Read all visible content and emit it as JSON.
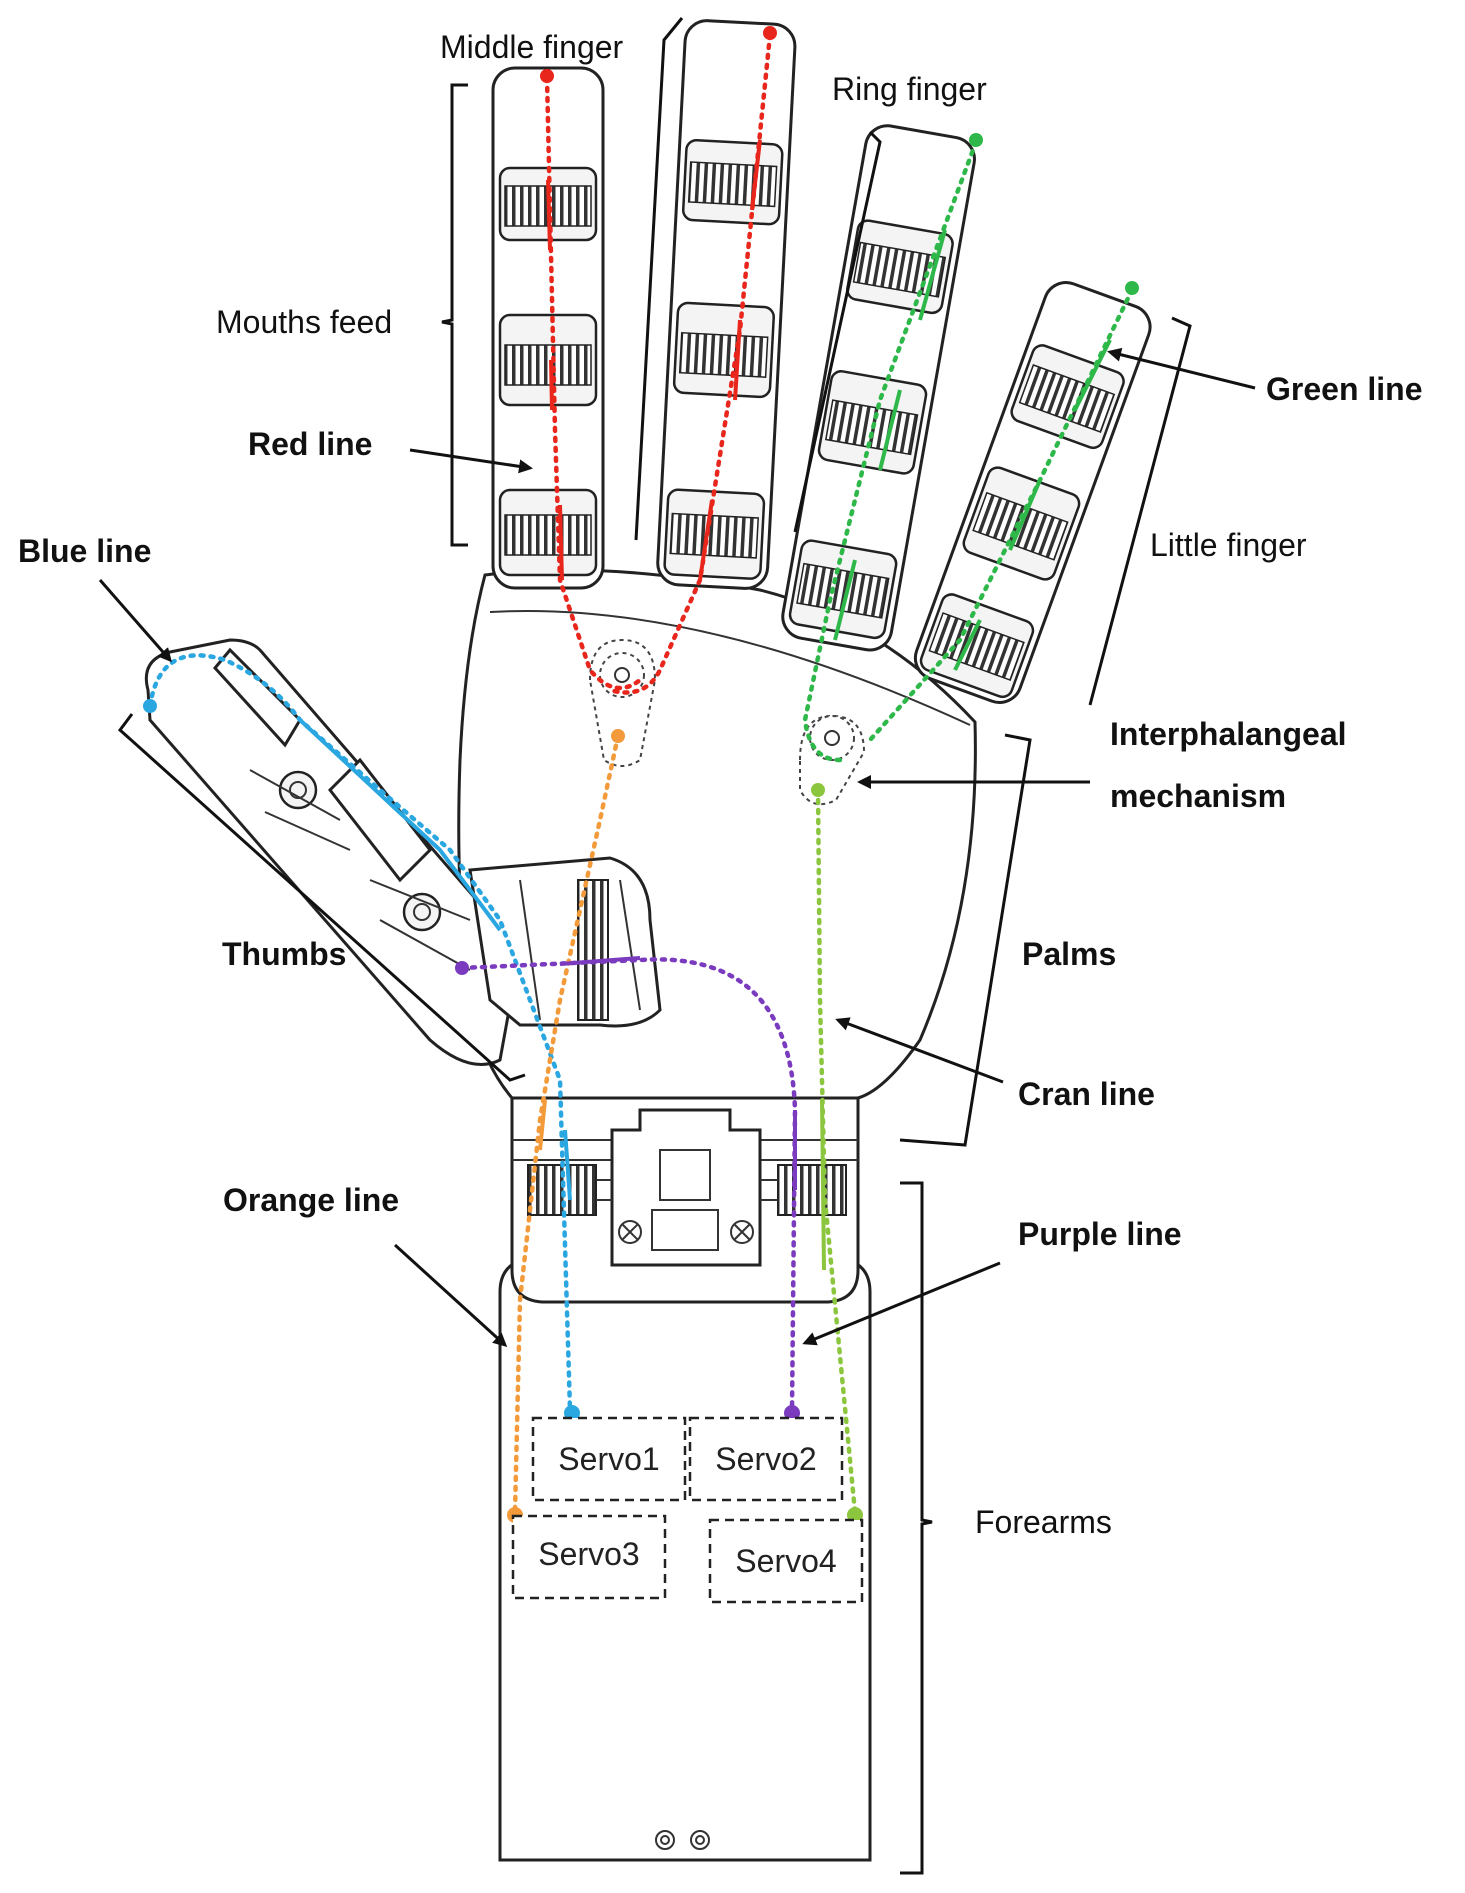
{
  "labels": {
    "middle_finger": "Middle finger",
    "ring_finger": "Ring finger",
    "mouths_feed": "Mouths feed",
    "red_line": "Red line",
    "green_line": "Green line",
    "little_finger": "Little finger",
    "blue_line": "Blue line",
    "interphalangeal_1": "Interphalangeal",
    "interphalangeal_2": "mechanism",
    "thumbs": "Thumbs",
    "palms": "Palms",
    "cran_line": "Cran line",
    "orange_line": "Orange line",
    "purple_line": "Purple line",
    "forearms": "Forearms"
  },
  "servos": {
    "servo1": "Servo1",
    "servo2": "Servo2",
    "servo3": "Servo3",
    "servo4": "Servo4"
  },
  "colors": {
    "red": "#e8261c",
    "green": "#2fb84a",
    "light_green": "#8cc63f",
    "blue": "#2aa6e0",
    "orange": "#f39a3a",
    "purple": "#7a3bbf",
    "outline": "#222222"
  }
}
